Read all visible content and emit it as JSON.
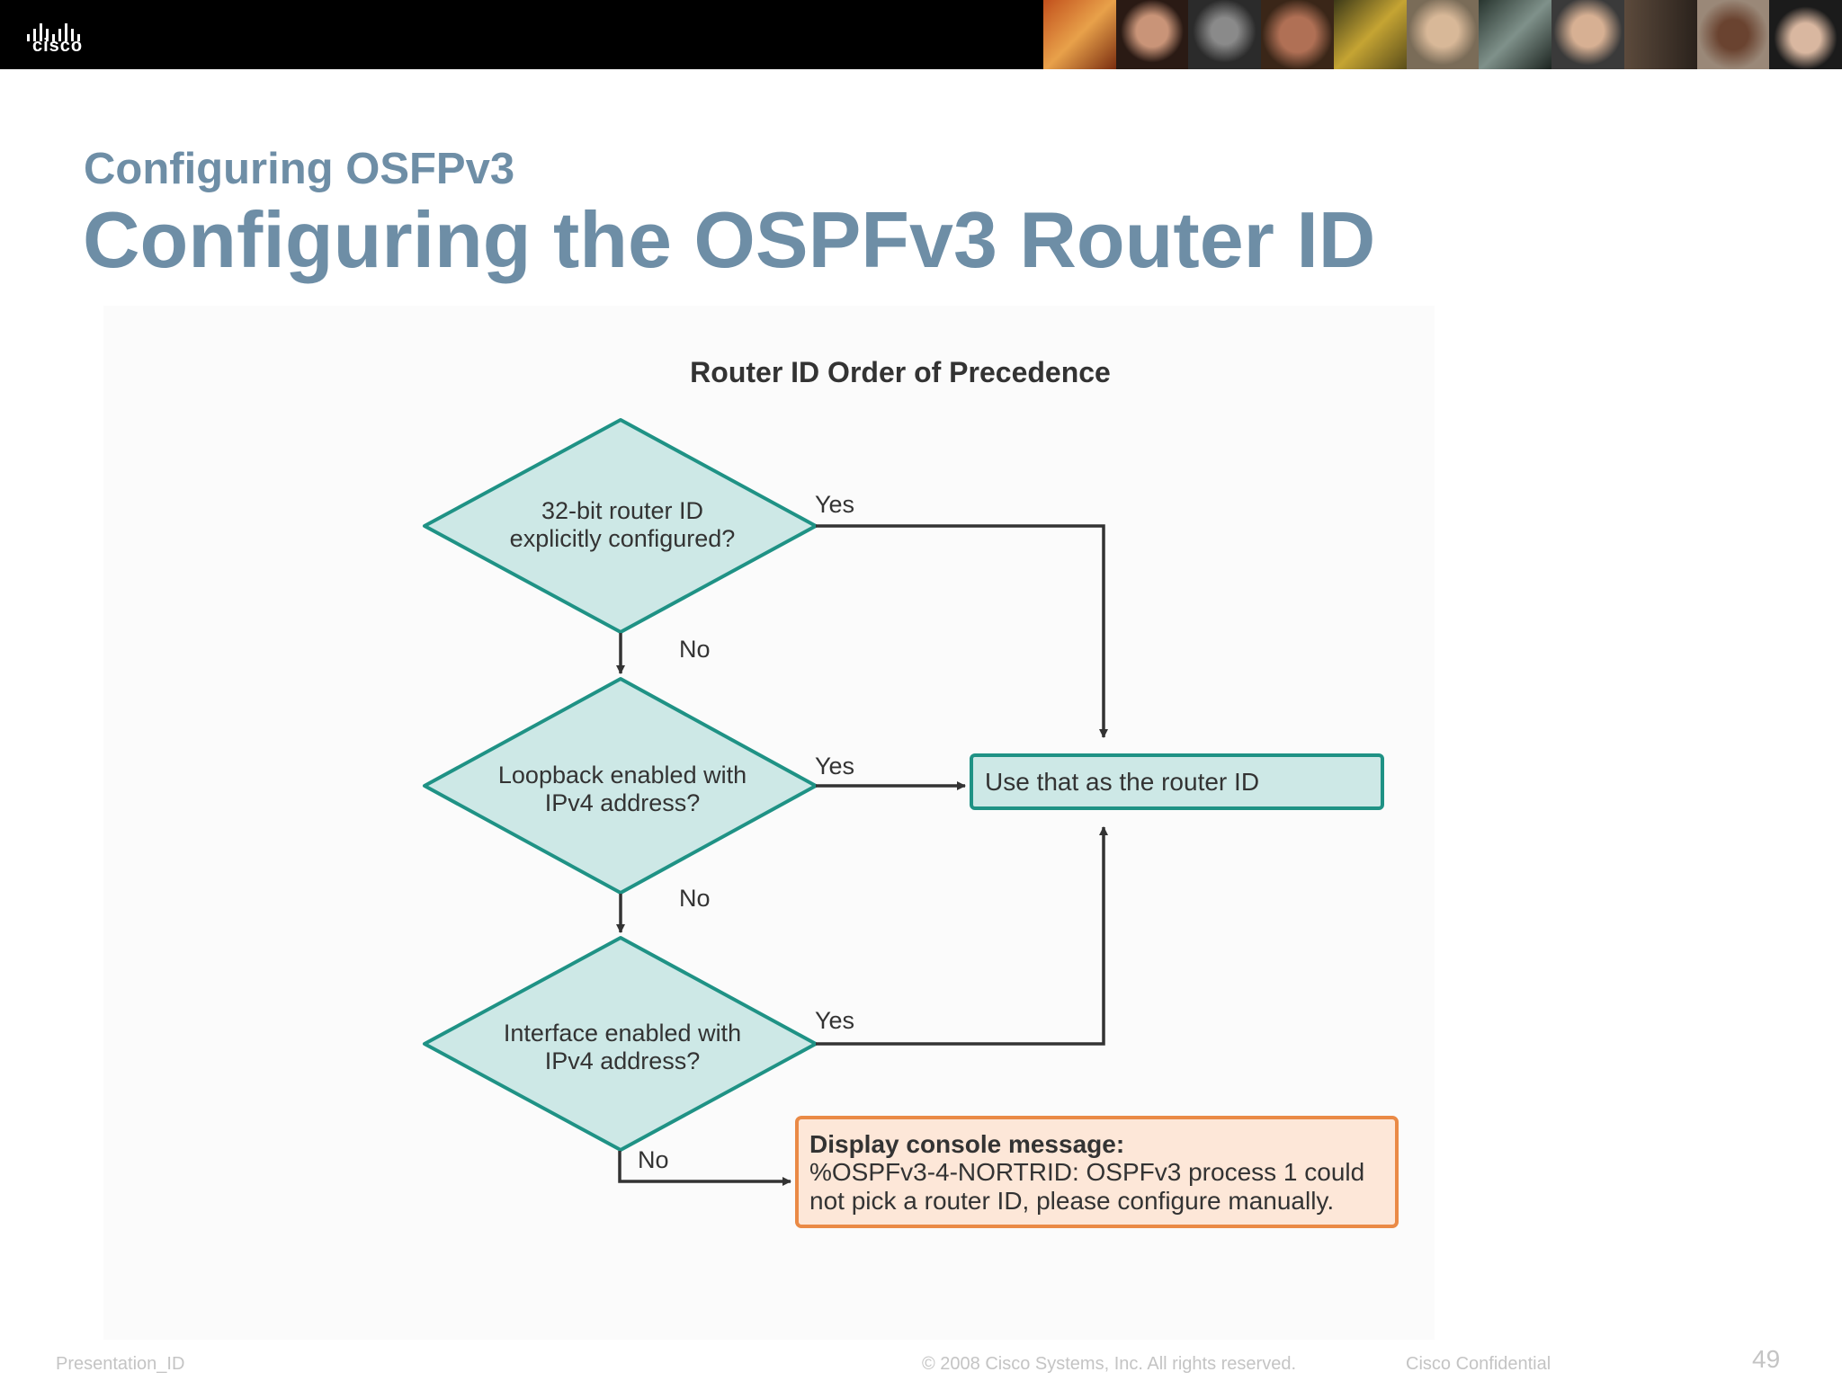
{
  "brand": {
    "logo_text": "cisco"
  },
  "header": {
    "subtitle": "Configuring OSFPv3",
    "title": "Configuring the OSPFv3 Router ID"
  },
  "diagram": {
    "heading": "Router ID Order of Precedence",
    "decision1": {
      "line1": "32-bit router ID",
      "line2": "explicitly configured?"
    },
    "decision2": {
      "line1": "Loopback enabled with",
      "line2": "IPv4 address?"
    },
    "decision3": {
      "line1": "Interface enabled with",
      "line2": "IPv4 address?"
    },
    "labels": {
      "yes": "Yes",
      "no": "No"
    },
    "result_box": "Use that as the router ID",
    "console_box": {
      "title": "Display console message:",
      "line1": "%OSPFv3-4-NORTRID: OSPFv3 process 1 could",
      "line2": "not pick a router ID, please configure manually."
    },
    "colors": {
      "decision_fill": "#cde8e6",
      "decision_stroke": "#1f9285",
      "console_fill": "#fde7d8",
      "console_stroke": "#ea8a46",
      "arrow": "#333333"
    }
  },
  "footer": {
    "presentation_id": "Presentation_ID",
    "copyright": "© 2008 Cisco Systems, Inc. All rights reserved.",
    "confidential": "Cisco Confidential",
    "page_number": "49"
  }
}
